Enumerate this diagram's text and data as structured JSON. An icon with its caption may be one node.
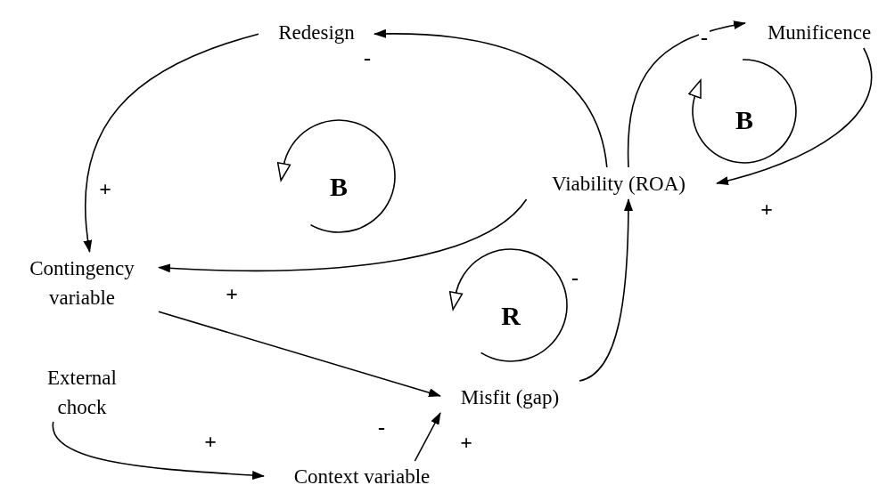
{
  "diagram": {
    "nodes": [
      {
        "text": [
          "Redesign"
        ]
      },
      {
        "text": [
          "Munificence"
        ]
      },
      {
        "text": [
          "Viability (ROA)"
        ]
      },
      {
        "text": [
          "Contingency variable"
        ]
      },
      {
        "text": [
          "External chock"
        ]
      },
      {
        "text": [
          "Misfit (gap)"
        ]
      },
      {
        "text": [
          "Context variable"
        ]
      }
    ],
    "edges": [
      {
        "from": 2,
        "to": 0,
        "arrow": "to",
        "label": "-"
      },
      {
        "from": 0,
        "to": 3,
        "arrow": "to",
        "label": "+"
      },
      {
        "from": 2,
        "to": 1,
        "arrow": "to",
        "label": "-"
      },
      {
        "from": 1,
        "to": 2,
        "arrow": "to",
        "label": "+"
      },
      {
        "from": 2,
        "to": 3,
        "arrow": "to",
        "label": "+"
      },
      {
        "from": 3,
        "to": 5,
        "arrow": "to",
        "label": "-"
      },
      {
        "from": 5,
        "to": 2,
        "arrow": "to",
        "label": "-"
      },
      {
        "from": 4,
        "to": 6,
        "arrow": "to",
        "label": "+"
      },
      {
        "from": 6,
        "to": 5,
        "arrow": "to",
        "label": "+"
      }
    ],
    "labels": [
      "B",
      "B",
      "R"
    ]
  }
}
